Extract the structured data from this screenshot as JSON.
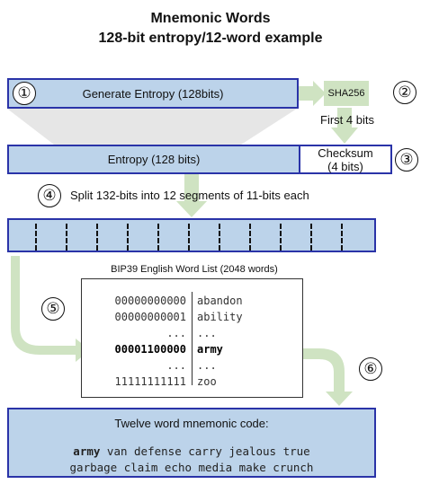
{
  "title": {
    "line1": "Mnemonic Words",
    "line2": "128-bit entropy/12-word example"
  },
  "steps": {
    "s1": "①",
    "s2": "②",
    "s3": "③",
    "s4": "④",
    "s5": "⑤",
    "s6": "⑥"
  },
  "generate_entropy": "Generate Entropy (128bits)",
  "sha256": "SHA256",
  "first4bits": "First 4 bits",
  "entropy": "Entropy (128 bits)",
  "checksum": {
    "line1": "Checksum",
    "line2": "(4 bits)"
  },
  "split_label": "Split 132-bits into 12 segments of 11-bits each",
  "wordlist": {
    "title": "BIP39 English Word List (2048 words)",
    "rows": [
      {
        "bits": "00000000000",
        "word": "abandon",
        "bold": false
      },
      {
        "bits": "00000000001",
        "word": "ability",
        "bold": false
      },
      {
        "bits": "...",
        "word": "...",
        "bold": false
      },
      {
        "bits": "00001100000",
        "word": "army",
        "bold": true
      },
      {
        "bits": "...",
        "word": "...",
        "bold": false
      },
      {
        "bits": "11111111111",
        "word": "zoo",
        "bold": false
      }
    ]
  },
  "mnemonic": {
    "title": "Twelve word mnemonic code:",
    "first_word": "army",
    "line1_rest": " van defense carry jealous true",
    "line2": "garbage claim echo media make crunch"
  },
  "colors": {
    "box_fill": "#bcd3ea",
    "box_border": "#2a33a8",
    "arrow": "#cfe3c2",
    "funnel": "#e6e6e6"
  }
}
